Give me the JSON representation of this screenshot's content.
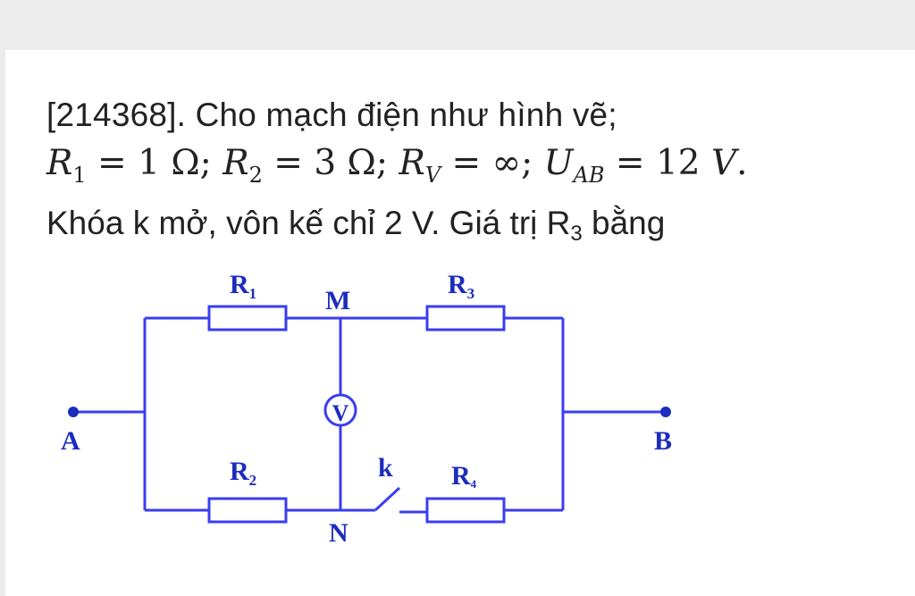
{
  "problem": {
    "line1": "[214368]. Cho mạch điện như hình vẽ;",
    "formula": {
      "r1_symbol": "R",
      "r1_sub": "1",
      "r1_value": " = 1 Ω; ",
      "r2_symbol": "R",
      "r2_sub": "2",
      "r2_value": " = 3 Ω; ",
      "rv_symbol": "R",
      "rv_sub": "V",
      "rv_value": " = ∞; ",
      "uab_symbol": "U",
      "uab_sub": "AB",
      "uab_value": " = 12 ",
      "unit": "V",
      "end": "."
    },
    "line3_before": "Khóa k mở, vôn kế chỉ 2 V. Giá trị R",
    "line3_sub": "3",
    "line3_after": " bằng"
  },
  "circuit": {
    "wire_color": "#3a3df0",
    "label_color": "#1c2dbd",
    "resistors": [
      {
        "label": "R",
        "sub": "1"
      },
      {
        "label": "R",
        "sub": "3"
      },
      {
        "label": "R",
        "sub": "2"
      },
      {
        "label": "R",
        "sub": "4"
      }
    ],
    "nodes": {
      "a": "A",
      "b": "B",
      "m": "M",
      "n": "N"
    },
    "switch_label": "k",
    "voltmeter_label": "V"
  }
}
